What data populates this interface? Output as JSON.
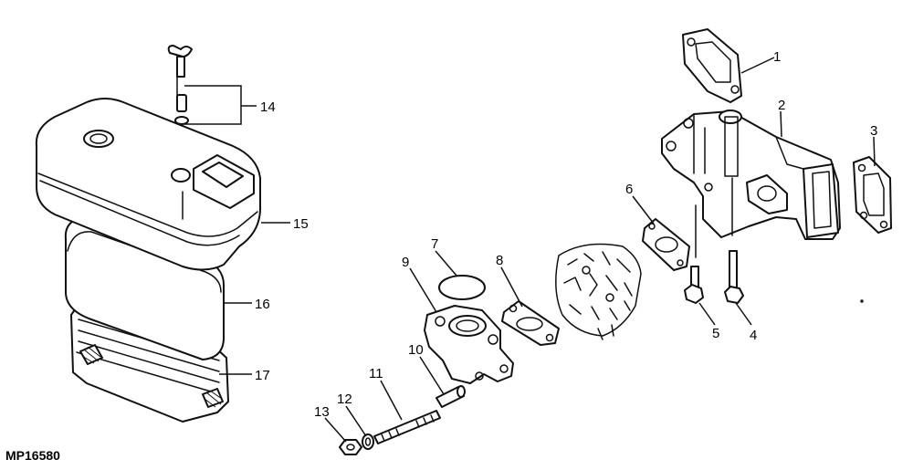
{
  "figure_id": "MP16580",
  "callouts": {
    "c1": "1",
    "c2": "2",
    "c3": "3",
    "c4": "4",
    "c5": "5",
    "c6": "6",
    "c7": "7",
    "c8": "8",
    "c9": "9",
    "c10": "10",
    "c11": "11",
    "c12": "12",
    "c13": "13",
    "c14": "14",
    "c15": "15",
    "c16": "16",
    "c17": "17"
  }
}
